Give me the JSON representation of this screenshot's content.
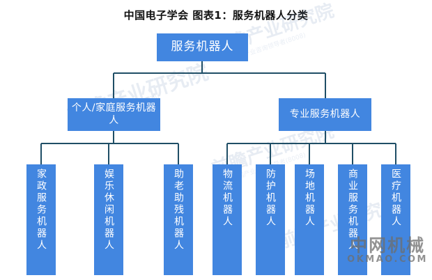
{
  "title": "中国电子学会 图表1：服务机器人分类",
  "colors": {
    "node_fill": "#4286E0",
    "node_text": "#FFFFFF",
    "connector": "#1F4E66",
    "title_text": "#111111",
    "background": "#FFFFFF"
  },
  "watermarks": {
    "faint": [
      "前瞻产业研究院",
      "前瞻产业研究院",
      "前瞻产业研究院",
      "前瞻产业研究院"
    ],
    "faint_sub": [
      "中国产业咨询领导者(8008)",
      "中国产业咨询领导者(8008)",
      "中国产业咨询领导者(8008)"
    ],
    "brand_cn": "中网机械",
    "brand_en": "OKMAO.COM"
  },
  "chart_data": {
    "type": "diagram",
    "diagram_kind": "tree-org-chart",
    "title": "中国电子学会 图表1：服务机器人分类",
    "root": {
      "id": "root",
      "label": "服务机器人",
      "level": 0
    },
    "level2": [
      {
        "id": "personal",
        "label": "个人/家庭服务机器人",
        "parent": "root"
      },
      {
        "id": "professional",
        "label": "专业服务机器人",
        "parent": "root"
      }
    ],
    "leaves": [
      {
        "id": "leaf-1",
        "label": "家政服务机器人",
        "parent": "personal"
      },
      {
        "id": "leaf-2",
        "label": "娱乐休闲机器人",
        "parent": "personal"
      },
      {
        "id": "leaf-3",
        "label": "助老助残机器人",
        "parent": "personal"
      },
      {
        "id": "leaf-4",
        "label": "物流机器人",
        "parent": "professional"
      },
      {
        "id": "leaf-5",
        "label": "防护机器人",
        "parent": "professional"
      },
      {
        "id": "leaf-6",
        "label": "场地机器人",
        "parent": "professional"
      },
      {
        "id": "leaf-7",
        "label": "商业服务机器人",
        "parent": "professional"
      },
      {
        "id": "leaf-8",
        "label": "医疗机器人",
        "parent": "professional"
      }
    ]
  }
}
